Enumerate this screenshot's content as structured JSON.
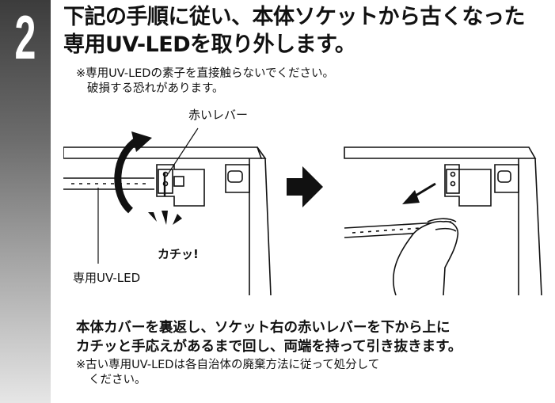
{
  "step": {
    "number": "2"
  },
  "title": {
    "line1": "下記の手順に従い、本体ソケットから古くなった",
    "line2": "専用UV-LEDを取り外します。"
  },
  "top_note": {
    "line1": "※専用UV-LEDの素子を直接触らないでください。",
    "line2": "破損する恐れがあります。"
  },
  "figure": {
    "red_lever_label": "赤いレバー",
    "click_label": "カチッ!",
    "uv_led_label": "専用UV-LED"
  },
  "instruction": {
    "line1": "本体カバーを裏返し、ソケット右の赤いレバーを下から上に",
    "line2": "カチッと手応えがあるまで回し、両端を持って引き抜きます。"
  },
  "bottom_note": {
    "line1": "※古い専用UV-LEDは各自治体の廃棄方法に従って処分して",
    "line2": "ください。"
  }
}
